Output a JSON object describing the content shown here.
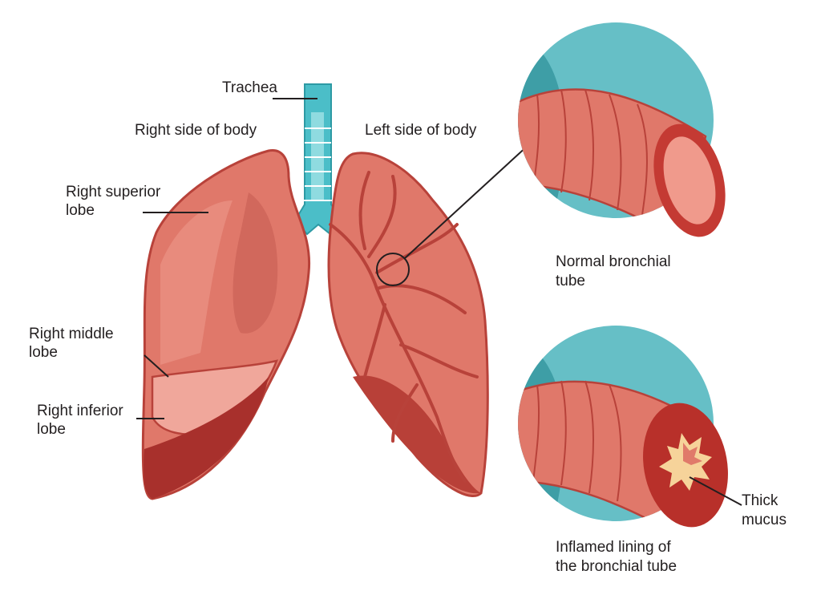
{
  "labels": {
    "trachea": "Trachea",
    "right_side": "Right side of body",
    "left_side": "Left side of body",
    "right_superior": [
      "Right superior",
      "lobe"
    ],
    "right_middle": [
      "Right middle",
      "lobe"
    ],
    "right_inferior": [
      "Right inferior",
      "lobe"
    ],
    "normal_tube": [
      "Normal bronchial",
      "tube"
    ],
    "inflamed_tube": [
      "Inflamed lining of",
      "the bronchial tube"
    ],
    "thick_mucus": [
      "Thick",
      "mucus"
    ]
  },
  "colors": {
    "lung": "#e0786a",
    "lung_dark": "#a8302c",
    "lung_outline": "#b8423a",
    "trachea": "#4bbec8",
    "circle_bg": "#66bfc6",
    "circle_dark": "#3e9ea6",
    "mucus": "#f6d39a"
  }
}
